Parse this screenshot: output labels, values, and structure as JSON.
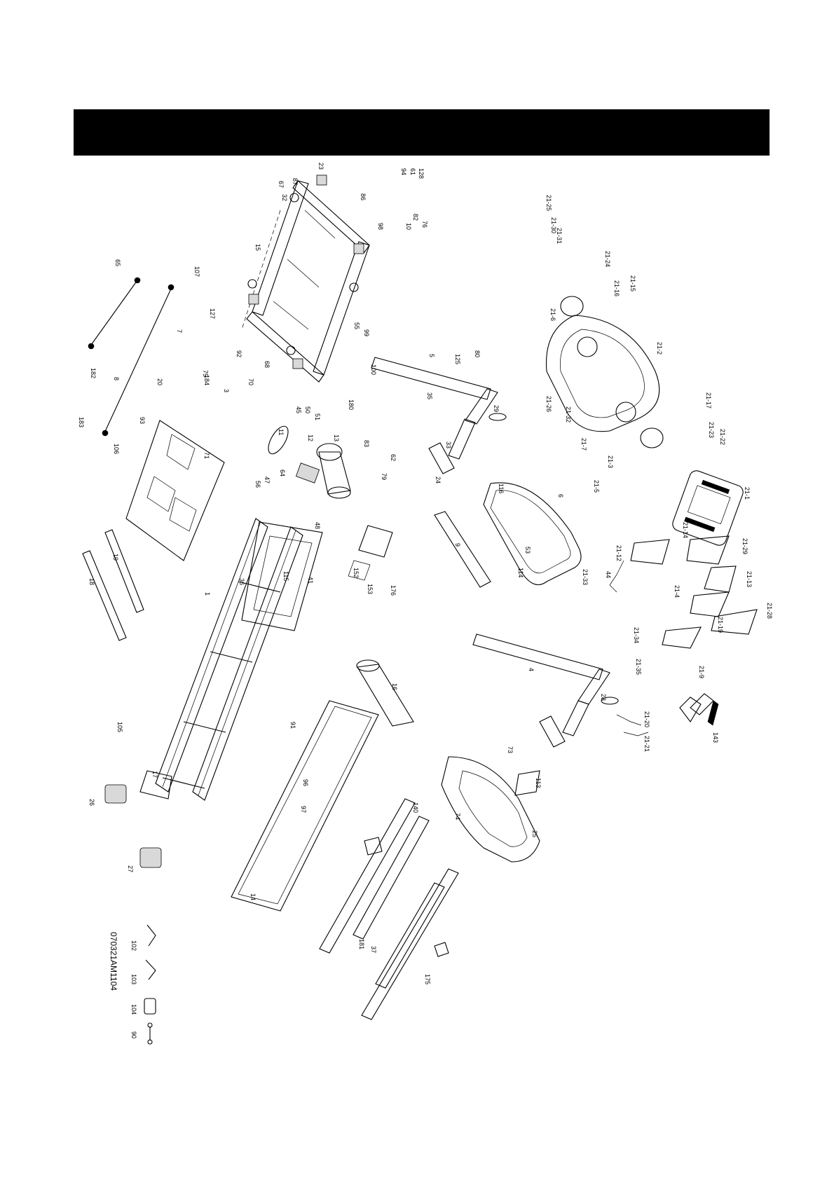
{
  "drawing_id": "070321AM1104",
  "tools": [
    {
      "label": "102",
      "icon": "allen-wrench-icon"
    },
    {
      "label": "103",
      "icon": "large-allen-wrench-icon"
    },
    {
      "label": "104",
      "icon": "lubricant-bottle-icon"
    },
    {
      "label": "90",
      "icon": "open-wrench-icon"
    }
  ],
  "part_labels": [
    "23",
    "67",
    "32",
    "87",
    "65",
    "68",
    "15",
    "94",
    "128",
    "61",
    "10",
    "86",
    "76",
    "82",
    "98",
    "21-25",
    "21-30",
    "21-31",
    "21-24",
    "21-15",
    "21-16",
    "21-2",
    "21-6",
    "21-17",
    "21-23",
    "21-22",
    "21-1",
    "21-14",
    "21-29",
    "21-13",
    "21-28",
    "21-19",
    "21-4",
    "21-9",
    "21-34",
    "21-35",
    "21-21",
    "21-20",
    "21-3",
    "21-5",
    "21-7",
    "21-12",
    "21-26",
    "21-32",
    "21-33",
    "143",
    "5",
    "35",
    "33",
    "24",
    "29",
    "99",
    "100",
    "125",
    "80",
    "4",
    "28",
    "116",
    "9",
    "6",
    "53",
    "114",
    "44",
    "13",
    "12",
    "62",
    "79",
    "83",
    "64",
    "50",
    "45",
    "11",
    "180",
    "51",
    "47",
    "56",
    "71",
    "93",
    "18",
    "19",
    "107",
    "7",
    "8",
    "20",
    "106",
    "183",
    "182",
    "184",
    "127",
    "75",
    "3",
    "92",
    "70",
    "1",
    "36",
    "41",
    "115",
    "48",
    "17",
    "105",
    "26",
    "27",
    "73",
    "74",
    "25",
    "14",
    "16",
    "113",
    "37",
    "140",
    "181",
    "175",
    "91",
    "96",
    "97",
    "152",
    "153",
    "176",
    "55",
    "1"
  ]
}
